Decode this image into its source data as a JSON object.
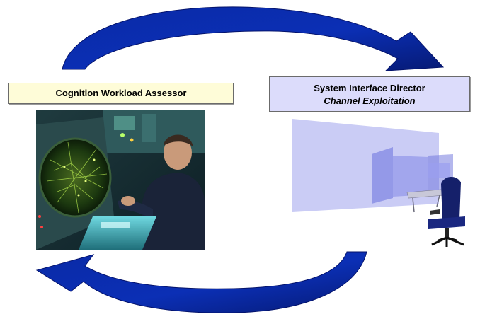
{
  "left_box": {
    "title": "Cognition Workload Assessor"
  },
  "right_box": {
    "title": "System Interface Director",
    "subtitle": "Channel Exploitation"
  },
  "colors": {
    "arrow_fill": "#0a2aa6",
    "arrow_dark": "#061a75",
    "left_box_bg": "#fefcd8",
    "right_box_bg": "#dcdcfb",
    "panel_blue": "#8a8fe8"
  },
  "illustrations": {
    "left": "operator-at-radar-console-photo",
    "right": "display-panels-and-office-chair-render"
  }
}
